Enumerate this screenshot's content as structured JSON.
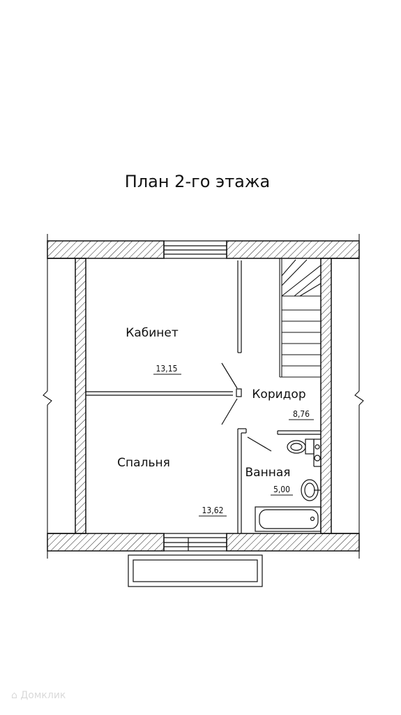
{
  "title": "План 2-го этажа",
  "rooms": [
    {
      "name": "Кабинет",
      "area": "13,15"
    },
    {
      "name": "Спальня",
      "area": "13,62"
    },
    {
      "name": "Коридор",
      "area": "8,76"
    },
    {
      "name": "Ванная",
      "area": "5,00"
    }
  ],
  "watermark": "Домклик"
}
